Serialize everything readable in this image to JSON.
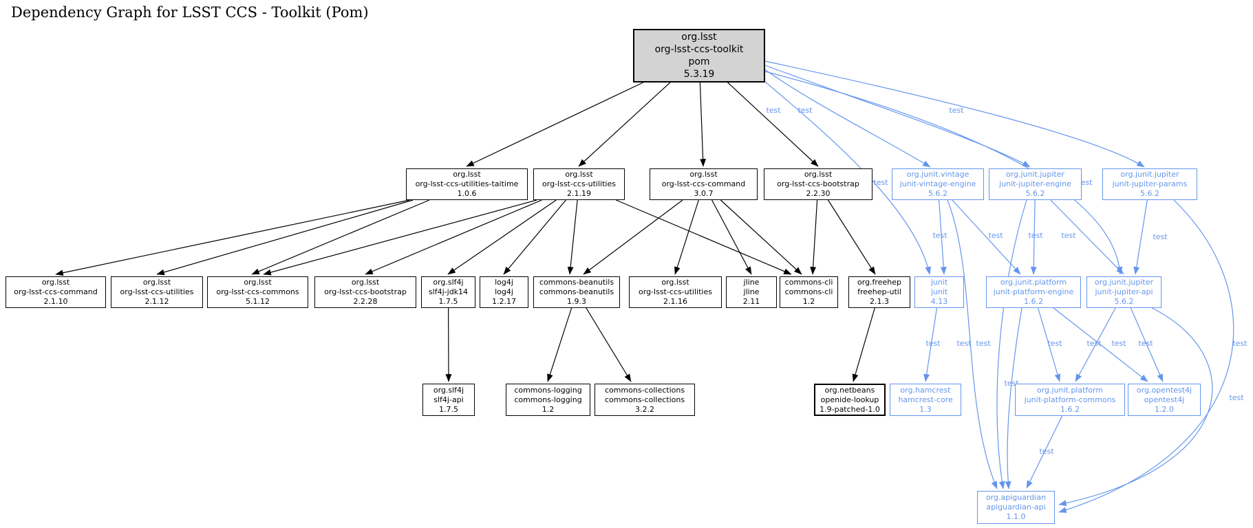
{
  "title": "Dependency Graph for LSST CCS - Toolkit (Pom)",
  "colors": {
    "compile": "#000000",
    "test": "#6495ED",
    "root_fill": "#d3d3d3",
    "background": "#ffffff"
  },
  "nodes": [
    {
      "id": "toolkit",
      "group": "org.lsst",
      "artifact": "org-lsst-ccs-toolkit",
      "packaging": "pom",
      "version": "5.3.19",
      "type": "root"
    },
    {
      "id": "taitime",
      "group": "org.lsst",
      "artifact": "org-lsst-ccs-utilities-taitime",
      "version": "1.0.6",
      "type": "module"
    },
    {
      "id": "utilities219",
      "group": "org.lsst",
      "artifact": "org-lsst-ccs-utilities",
      "version": "2.1.19",
      "type": "module"
    },
    {
      "id": "command307",
      "group": "org.lsst",
      "artifact": "org-lsst-ccs-command",
      "version": "3.0.7",
      "type": "module"
    },
    {
      "id": "bootstrap2230",
      "group": "org.lsst",
      "artifact": "org-lsst-ccs-bootstrap",
      "version": "2.2.30",
      "type": "module"
    },
    {
      "id": "vintage",
      "group": "org.junit.vintage",
      "artifact": "junit-vintage-engine",
      "version": "5.6.2",
      "type": "test"
    },
    {
      "id": "jupiterengine",
      "group": "org.junit.jupiter",
      "artifact": "junit-jupiter-engine",
      "version": "5.6.2",
      "type": "test"
    },
    {
      "id": "jupiterparams",
      "group": "org.junit.jupiter",
      "artifact": "junit-jupiter-params",
      "version": "5.6.2",
      "type": "test"
    },
    {
      "id": "command2110",
      "group": "org.lsst",
      "artifact": "org-lsst-ccs-command",
      "version": "2.1.10",
      "type": "module"
    },
    {
      "id": "utilities2112",
      "group": "org.lsst",
      "artifact": "org-lsst-ccs-utilities",
      "version": "2.1.12",
      "type": "module"
    },
    {
      "id": "commons5112",
      "group": "org.lsst",
      "artifact": "org-lsst-ccs-commons",
      "version": "5.1.12",
      "type": "module"
    },
    {
      "id": "bootstrap2228",
      "group": "org.lsst",
      "artifact": "org-lsst-ccs-bootstrap",
      "version": "2.2.28",
      "type": "module"
    },
    {
      "id": "slf4jjdk14",
      "group": "org.slf4j",
      "artifact": "slf4j-jdk14",
      "version": "1.7.5",
      "type": "module"
    },
    {
      "id": "log4j",
      "group": "log4j",
      "artifact": "log4j",
      "version": "1.2.17",
      "type": "module"
    },
    {
      "id": "beanutils",
      "group": "commons-beanutils",
      "artifact": "commons-beanutils",
      "version": "1.9.3",
      "type": "module"
    },
    {
      "id": "utilities2116",
      "group": "org.lsst",
      "artifact": "org-lsst-ccs-utilities",
      "version": "2.1.16",
      "type": "module"
    },
    {
      "id": "jline",
      "group": "jline",
      "artifact": "jline",
      "version": "2.11",
      "type": "module"
    },
    {
      "id": "commonscli",
      "group": "commons-cli",
      "artifact": "commons-cli",
      "version": "1.2",
      "type": "module"
    },
    {
      "id": "freehep",
      "group": "org.freehep",
      "artifact": "freehep-util",
      "version": "2.1.3",
      "type": "module"
    },
    {
      "id": "junit",
      "group": "junit",
      "artifact": "junit",
      "version": "4.13",
      "type": "test"
    },
    {
      "id": "platformengine",
      "group": "org.junit.platform",
      "artifact": "junit-platform-engine",
      "version": "1.6.2",
      "type": "test"
    },
    {
      "id": "jupiterapi",
      "group": "org.junit.jupiter",
      "artifact": "junit-jupiter-api",
      "version": "5.6.2",
      "type": "test"
    },
    {
      "id": "slf4japi",
      "group": "org.slf4j",
      "artifact": "slf4j-api",
      "version": "1.7.5",
      "type": "module"
    },
    {
      "id": "commonslogging",
      "group": "commons-logging",
      "artifact": "commons-logging",
      "version": "1.2",
      "type": "module"
    },
    {
      "id": "commonscollections",
      "group": "commons-collections",
      "artifact": "commons-collections",
      "version": "3.2.2",
      "type": "module"
    },
    {
      "id": "openide",
      "group": "org.netbeans",
      "artifact": "openide-lookup",
      "version": "1.9-patched-1.0",
      "type": "module",
      "emphasis": true
    },
    {
      "id": "hamcrest",
      "group": "org.hamcrest",
      "artifact": "hamcrest-core",
      "version": "1.3",
      "type": "test"
    },
    {
      "id": "platformcommons",
      "group": "org.junit.platform",
      "artifact": "junit-platform-commons",
      "version": "1.6.2",
      "type": "test"
    },
    {
      "id": "opentest4j",
      "group": "org.opentest4j",
      "artifact": "opentest4j",
      "version": "1.2.0",
      "type": "test"
    },
    {
      "id": "apiguardian",
      "group": "org.apiguardian",
      "artifact": "apiguardian-api",
      "version": "1.1.0",
      "type": "test"
    }
  ],
  "edges": [
    {
      "from": "toolkit",
      "to": "taitime",
      "scope": "compile",
      "label": ""
    },
    {
      "from": "toolkit",
      "to": "utilities219",
      "scope": "compile",
      "label": ""
    },
    {
      "from": "toolkit",
      "to": "command307",
      "scope": "compile",
      "label": ""
    },
    {
      "from": "toolkit",
      "to": "bootstrap2230",
      "scope": "compile",
      "label": ""
    },
    {
      "from": "taitime",
      "to": "command2110",
      "scope": "compile",
      "label": ""
    },
    {
      "from": "taitime",
      "to": "utilities2112",
      "scope": "compile",
      "label": ""
    },
    {
      "from": "taitime",
      "to": "commons5112",
      "scope": "compile",
      "label": ""
    },
    {
      "from": "utilities219",
      "to": "commons5112",
      "scope": "compile",
      "label": ""
    },
    {
      "from": "utilities219",
      "to": "bootstrap2228",
      "scope": "compile",
      "label": ""
    },
    {
      "from": "utilities219",
      "to": "slf4jjdk14",
      "scope": "compile",
      "label": ""
    },
    {
      "from": "utilities219",
      "to": "log4j",
      "scope": "compile",
      "label": ""
    },
    {
      "from": "utilities219",
      "to": "beanutils",
      "scope": "compile",
      "label": ""
    },
    {
      "from": "utilities219",
      "to": "commonscli",
      "scope": "compile",
      "label": ""
    },
    {
      "from": "command307",
      "to": "utilities2116",
      "scope": "compile",
      "label": ""
    },
    {
      "from": "command307",
      "to": "jline",
      "scope": "compile",
      "label": ""
    },
    {
      "from": "command307",
      "to": "commonscli",
      "scope": "compile",
      "label": ""
    },
    {
      "from": "command307",
      "to": "beanutils",
      "scope": "compile",
      "label": ""
    },
    {
      "from": "bootstrap2230",
      "to": "commonscli",
      "scope": "compile",
      "label": ""
    },
    {
      "from": "bootstrap2230",
      "to": "freehep",
      "scope": "compile",
      "label": ""
    },
    {
      "from": "slf4jjdk14",
      "to": "slf4japi",
      "scope": "compile",
      "label": ""
    },
    {
      "from": "beanutils",
      "to": "commonslogging",
      "scope": "compile",
      "label": ""
    },
    {
      "from": "beanutils",
      "to": "commonscollections",
      "scope": "compile",
      "label": ""
    },
    {
      "from": "freehep",
      "to": "openide",
      "scope": "compile",
      "label": ""
    },
    {
      "from": "toolkit",
      "to": "vintage",
      "scope": "test",
      "label": "test"
    },
    {
      "from": "toolkit",
      "to": "jupiterengine",
      "scope": "test",
      "label": "test"
    },
    {
      "from": "toolkit",
      "to": "jupiterparams",
      "scope": "test",
      "label": "test"
    },
    {
      "from": "toolkit",
      "to": "junit",
      "scope": "test",
      "label": "test"
    },
    {
      "from": "toolkit",
      "to": "jupiterapi",
      "scope": "test",
      "label": "test"
    },
    {
      "from": "vintage",
      "to": "junit",
      "scope": "test",
      "label": "test"
    },
    {
      "from": "vintage",
      "to": "platformengine",
      "scope": "test",
      "label": "test"
    },
    {
      "from": "vintage",
      "to": "apiguardian",
      "scope": "test",
      "label": "test"
    },
    {
      "from": "jupiterengine",
      "to": "platformengine",
      "scope": "test",
      "label": "test"
    },
    {
      "from": "jupiterengine",
      "to": "jupiterapi",
      "scope": "test",
      "label": "test"
    },
    {
      "from": "jupiterengine",
      "to": "apiguardian",
      "scope": "test",
      "label": "test"
    },
    {
      "from": "jupiterparams",
      "to": "jupiterapi",
      "scope": "test",
      "label": "test"
    },
    {
      "from": "jupiterparams",
      "to": "apiguardian",
      "scope": "test",
      "label": "test"
    },
    {
      "from": "junit",
      "to": "hamcrest",
      "scope": "test",
      "label": "test"
    },
    {
      "from": "platformengine",
      "to": "platformcommons",
      "scope": "test",
      "label": "test"
    },
    {
      "from": "platformengine",
      "to": "opentest4j",
      "scope": "test",
      "label": "test"
    },
    {
      "from": "platformengine",
      "to": "apiguardian",
      "scope": "test",
      "label": "test"
    },
    {
      "from": "jupiterapi",
      "to": "platformcommons",
      "scope": "test",
      "label": "test"
    },
    {
      "from": "jupiterapi",
      "to": "opentest4j",
      "scope": "test",
      "label": "test"
    },
    {
      "from": "jupiterapi",
      "to": "apiguardian",
      "scope": "test",
      "label": "test"
    },
    {
      "from": "platformcommons",
      "to": "apiguardian",
      "scope": "test",
      "label": "test"
    }
  ]
}
